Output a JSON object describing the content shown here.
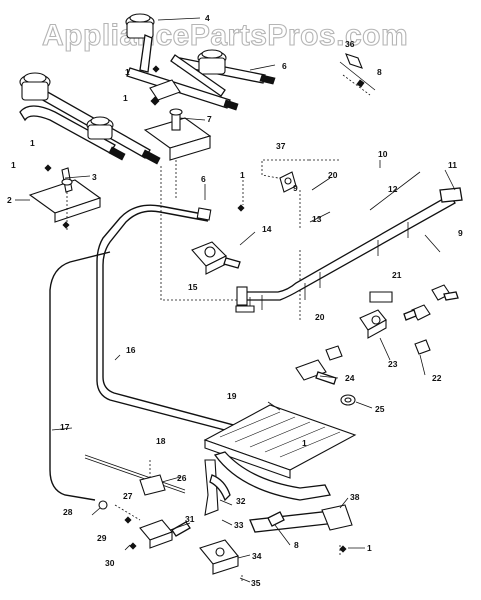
{
  "watermark": "AppliancePartsPros.com",
  "callouts": {
    "c1a": "1",
    "c1b": "1",
    "c1c": "1",
    "c1d": "1",
    "c1e": "1",
    "c1f": "1",
    "c2": "2",
    "c3": "3",
    "c4": "4",
    "c6a": "6",
    "c6b": "6",
    "c7": "7",
    "c8a": "8",
    "c8b": "8",
    "c9a": "9",
    "c9b": "9",
    "c10": "10",
    "c11": "11",
    "c12": "12",
    "c13": "13",
    "c14": "14",
    "c15": "15",
    "c16": "16",
    "c17": "17",
    "c18": "18",
    "c19": "19",
    "c20a": "20",
    "c20b": "20",
    "c21": "21",
    "c22": "22",
    "c23": "23",
    "c24": "24",
    "c25": "25",
    "c26": "26",
    "c27": "27",
    "c28": "28",
    "c29": "29",
    "c30": "30",
    "c31": "31",
    "c32": "32",
    "c33": "33",
    "c34": "34",
    "c35": "35",
    "c36": "36",
    "c37": "37",
    "c38": "38"
  }
}
